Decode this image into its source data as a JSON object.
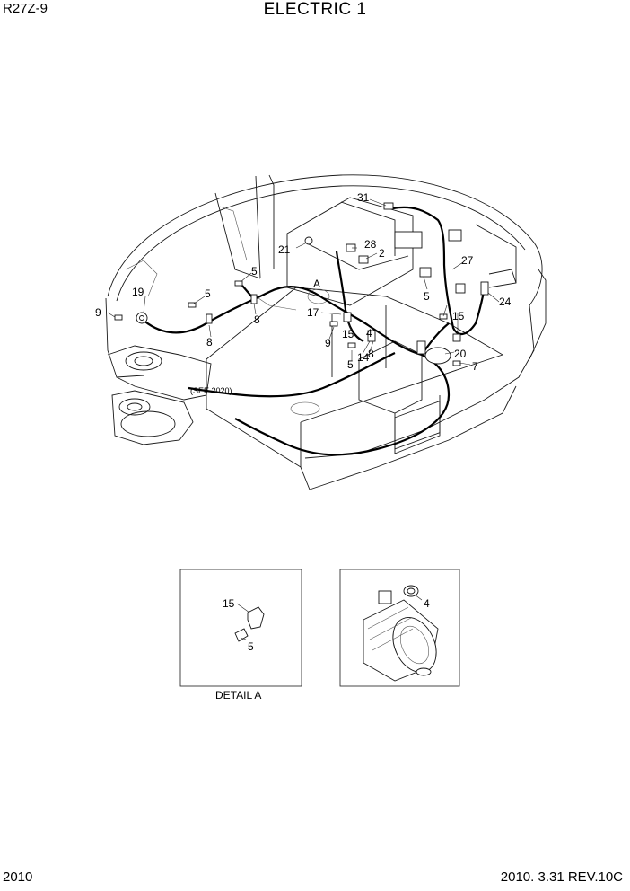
{
  "header": {
    "model": "R27Z-9",
    "title": "ELECTRIC 1"
  },
  "footer": {
    "page": "2010",
    "revision": "2010. 3.31  REV.10C"
  },
  "diagram": {
    "reference_note": "(SEE 2020)",
    "detail_a_caption": "DETAIL A",
    "detail_marker": "A",
    "callouts": [
      "31",
      "28",
      "21",
      "2",
      "27",
      "19",
      "5",
      "5",
      "9",
      "8",
      "8",
      "17",
      "A",
      "5",
      "15",
      "24",
      "9",
      "15",
      "4",
      "20",
      "5",
      "14",
      "8",
      "7",
      "15",
      "5",
      "4"
    ]
  }
}
